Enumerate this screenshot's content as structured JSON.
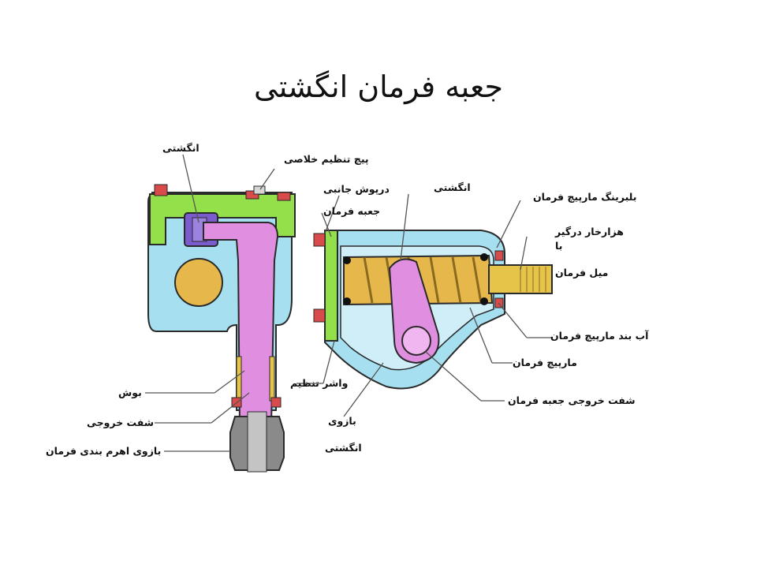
{
  "title": "جعبه فرمان انگشتی",
  "labels": {
    "finger_left": "انگشتی",
    "adjust_screw": "پیچ تنظیم خلاصی",
    "side_cover": "درپوش جانبی",
    "steering_box": "جعبه فرمان",
    "finger_center": "انگشتی",
    "worm_bearing": "بلبرینگ مارپیچ فرمان",
    "spline_line1": "هزارخار درگیر",
    "spline_line2": "با",
    "steering_shaft": "میل فرمان",
    "worm_seal": "آب بند مارپیچ فرمان",
    "worm": "مارپیچ فرمان",
    "output_shaft_box": "شفت خروجی جعبه فرمان",
    "adjust_washer": "واشر تنظیم",
    "arm_line1": "بازوی",
    "arm_line2": "انگشتی",
    "bushing": "بوش",
    "output_shaft": "شفت خروجی",
    "pitman_arm": "بازوی اهرم بندی فرمان"
  },
  "colors": {
    "housing": "#a6dff0",
    "cover": "#93e04a",
    "pink": "#e08ee0",
    "brass": "#e6b84c",
    "purple": "#7a5ccf",
    "red_bolt": "#d94a4a",
    "gray_nut": "#7f7f7f",
    "outline": "#2a2a2a"
  }
}
